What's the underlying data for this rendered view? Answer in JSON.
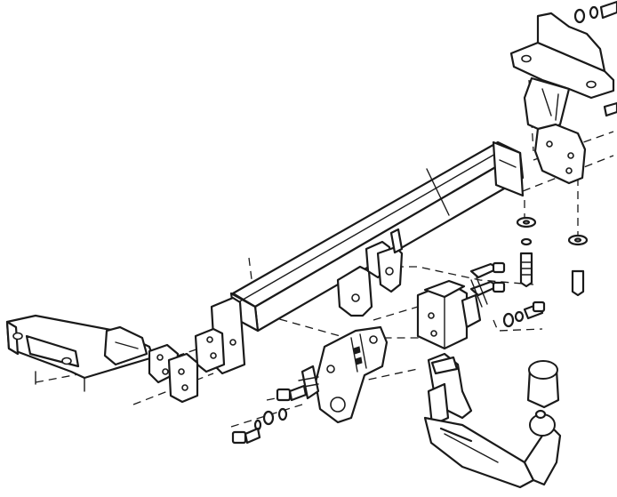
{
  "diagram": {
    "type": "exploded-assembly",
    "subject": "tow bar",
    "parts": [
      {
        "id": "crossbar-beam",
        "icon": "tube-beam"
      },
      {
        "id": "left-mounting-bracket",
        "icon": "plate-bracket"
      },
      {
        "id": "right-mounting-bracket",
        "icon": "plate-bracket"
      },
      {
        "id": "socket-plate",
        "icon": "plate"
      },
      {
        "id": "receiver-housing",
        "icon": "box-socket"
      },
      {
        "id": "detachable-tow-ball-neck",
        "icon": "ball-hitch"
      },
      {
        "id": "bolt-set",
        "icon": "bolt"
      },
      {
        "id": "washer-set",
        "icon": "washer"
      }
    ],
    "colors": {
      "line": "#1a1a1a",
      "background": "#ffffff"
    }
  }
}
